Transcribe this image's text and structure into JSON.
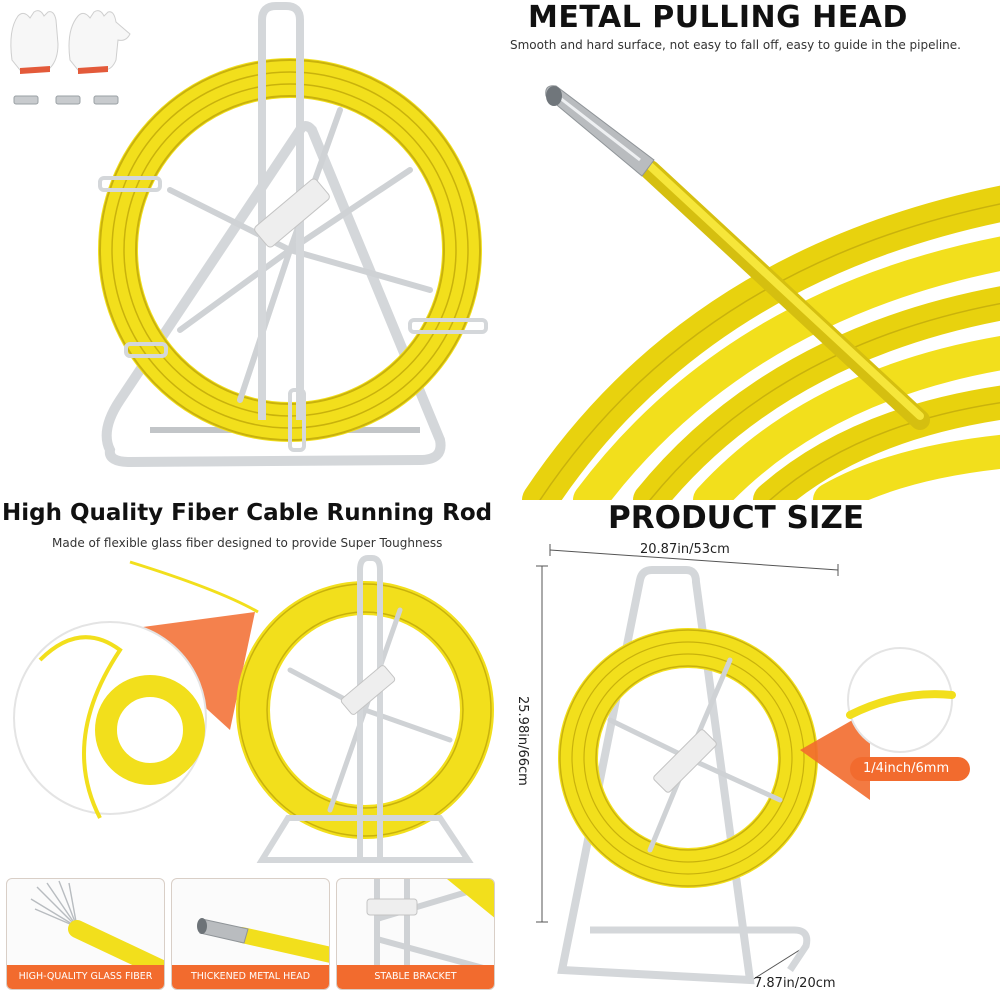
{
  "panels": {
    "metal_head": {
      "title": "METAL PULLING HEAD",
      "subtitle": "Smooth and hard surface, not easy to fall off, easy to guide in the pipeline."
    },
    "quality": {
      "title": "High Quality Fiber Cable Running Rod",
      "subtitle": "Made of flexible glass fiber designed to provide Super Toughness",
      "features": [
        {
          "label": "HIGH-QUALITY GLASS FIBER",
          "icon": "glass-fiber-strands-icon"
        },
        {
          "label": "THICKENED METAL HEAD",
          "icon": "metal-head-icon"
        },
        {
          "label": "STABLE BRACKET",
          "icon": "bracket-frame-icon"
        }
      ]
    },
    "size": {
      "title": "PRODUCT SIZE",
      "width": "20.87in/53cm",
      "height": "25.98in/66cm",
      "depth": "7.87in/20cm",
      "diameter": "1/4inch/6mm"
    }
  },
  "colors": {
    "rod_yellow": "#f2df1c",
    "rod_shadow": "#c9b20c",
    "frame_silver": "#d4d7da",
    "accent_orange": "#f26b2e"
  }
}
